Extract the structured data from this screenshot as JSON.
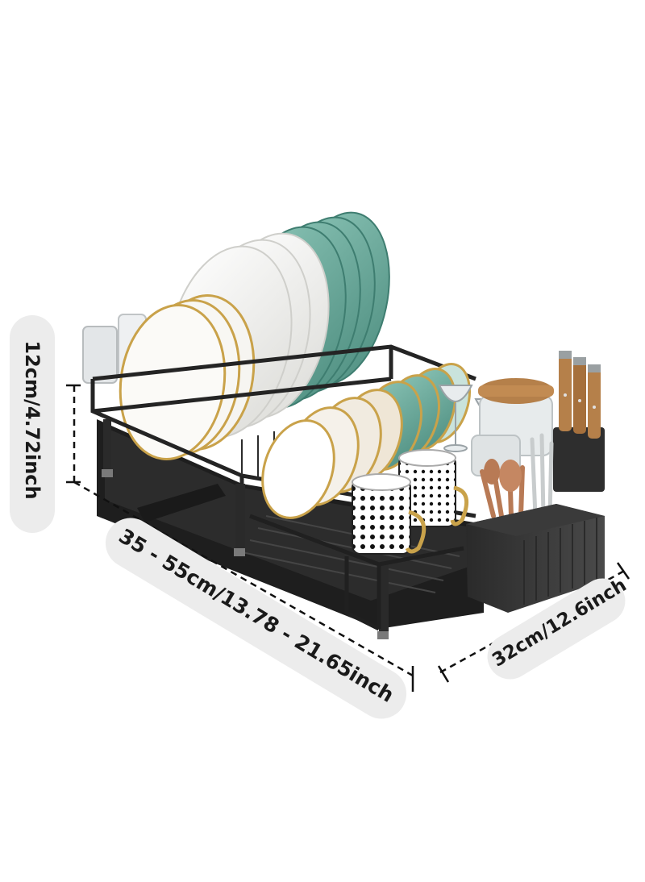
{
  "product_image": {
    "icon": "dish-drying-rack-icon",
    "colors": {
      "rack_frame": "#2b2b2b",
      "plate_white": "#f3f3f0",
      "plate_teal": "#5f9e8f",
      "gold_rim": "#c9a24a",
      "wood": "#b5804a",
      "copper_utensils": "#b87a55",
      "caddy": "#333333"
    }
  },
  "dimensions": {
    "height_label": "12cm/4.72inch",
    "length_label": "35 - 55cm/13.78 - 21.65inch",
    "width_label": "32cm/12.6inch"
  }
}
